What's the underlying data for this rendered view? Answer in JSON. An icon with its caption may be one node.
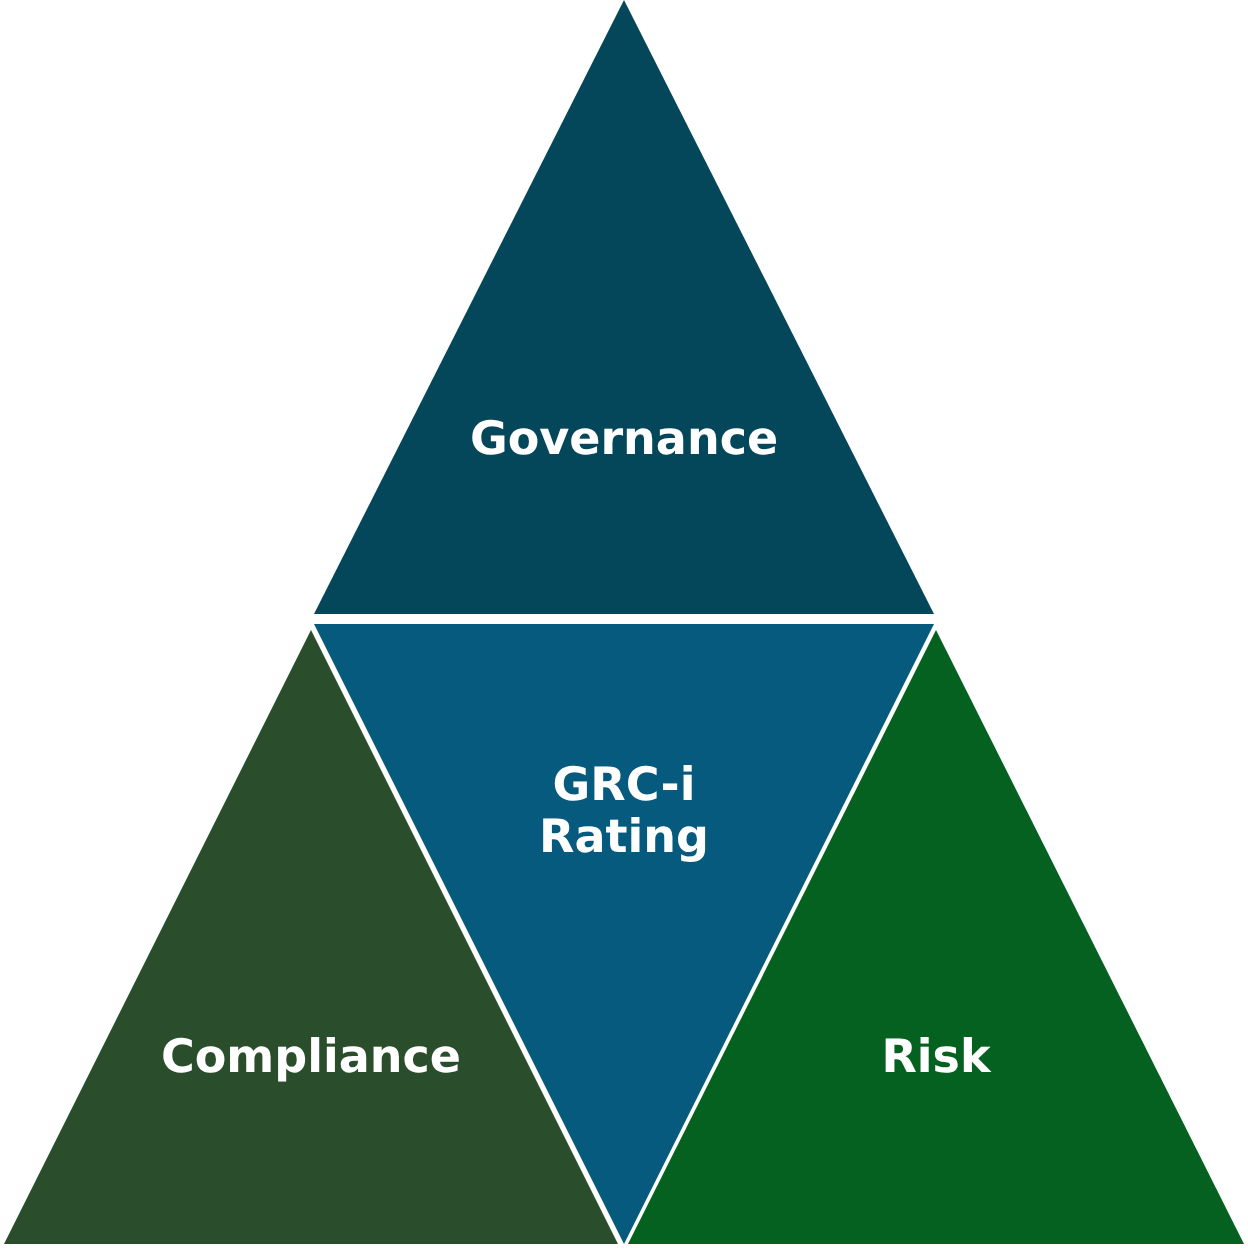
{
  "diagram": {
    "nodes": [
      {
        "text": [
          "Governance"
        ]
      },
      {
        "text": [
          "GRC-i Rating"
        ]
      },
      {
        "text": [
          "Compliance"
        ]
      },
      {
        "text": [
          "Risk"
        ]
      }
    ]
  }
}
